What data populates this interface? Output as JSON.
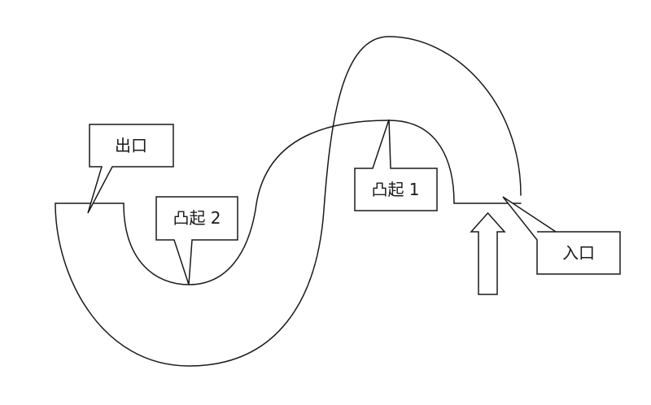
{
  "diagram": {
    "labels": {
      "exit": "出口",
      "bump1": "凸起 1",
      "bump2": "凸起 2",
      "entrance": "入口"
    },
    "colors": {
      "ink": "#1a1a1a",
      "background": "#ffffff"
    },
    "entry_arrow_icon": "up-arrow-icon"
  }
}
